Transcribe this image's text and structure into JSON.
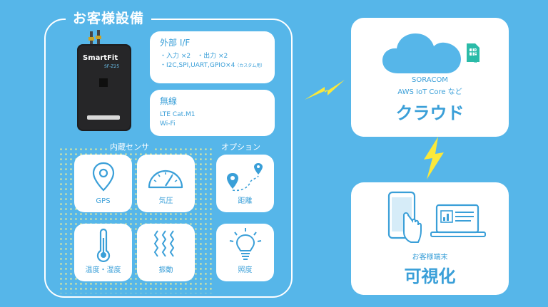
{
  "section_title": "お客様設備",
  "device": {
    "brand": "SmartFit",
    "model": "SF-Z25"
  },
  "interface_card": {
    "title": "外部 I/F",
    "line1": "・入力 ×2　・出力 ×2",
    "line2": "・I2C,SPI,UART,GPIO×4",
    "line2_note": "（カスタム用）"
  },
  "wireless_card": {
    "title": "無線",
    "line1": "LTE Cat.M1",
    "line2": "Wi-Fi"
  },
  "builtin_sensors": {
    "label": "内蔵センサ",
    "items": [
      {
        "label": "GPS",
        "icon": "map-pin-icon"
      },
      {
        "label": "気圧",
        "icon": "gauge-icon"
      },
      {
        "label": "温度・湿度",
        "icon": "thermometer-icon"
      },
      {
        "label": "振動",
        "icon": "vibration-icon"
      }
    ]
  },
  "options": {
    "label": "オプション",
    "items": [
      {
        "label": "距離",
        "icon": "route-icon"
      },
      {
        "label": "照度",
        "icon": "light-bulb-icon"
      }
    ]
  },
  "cloud": {
    "line1": "SORACOM",
    "line2": "AWS IoT Core など",
    "title": "クラウド",
    "sim_text": "SORACOM"
  },
  "terminal": {
    "subtitle": "お客様端末",
    "title": "可視化"
  },
  "colors": {
    "background": "#56b6e9",
    "accent": "#3a9fd8",
    "bolt": "#fbe83a",
    "dots": "#fdf28a"
  }
}
